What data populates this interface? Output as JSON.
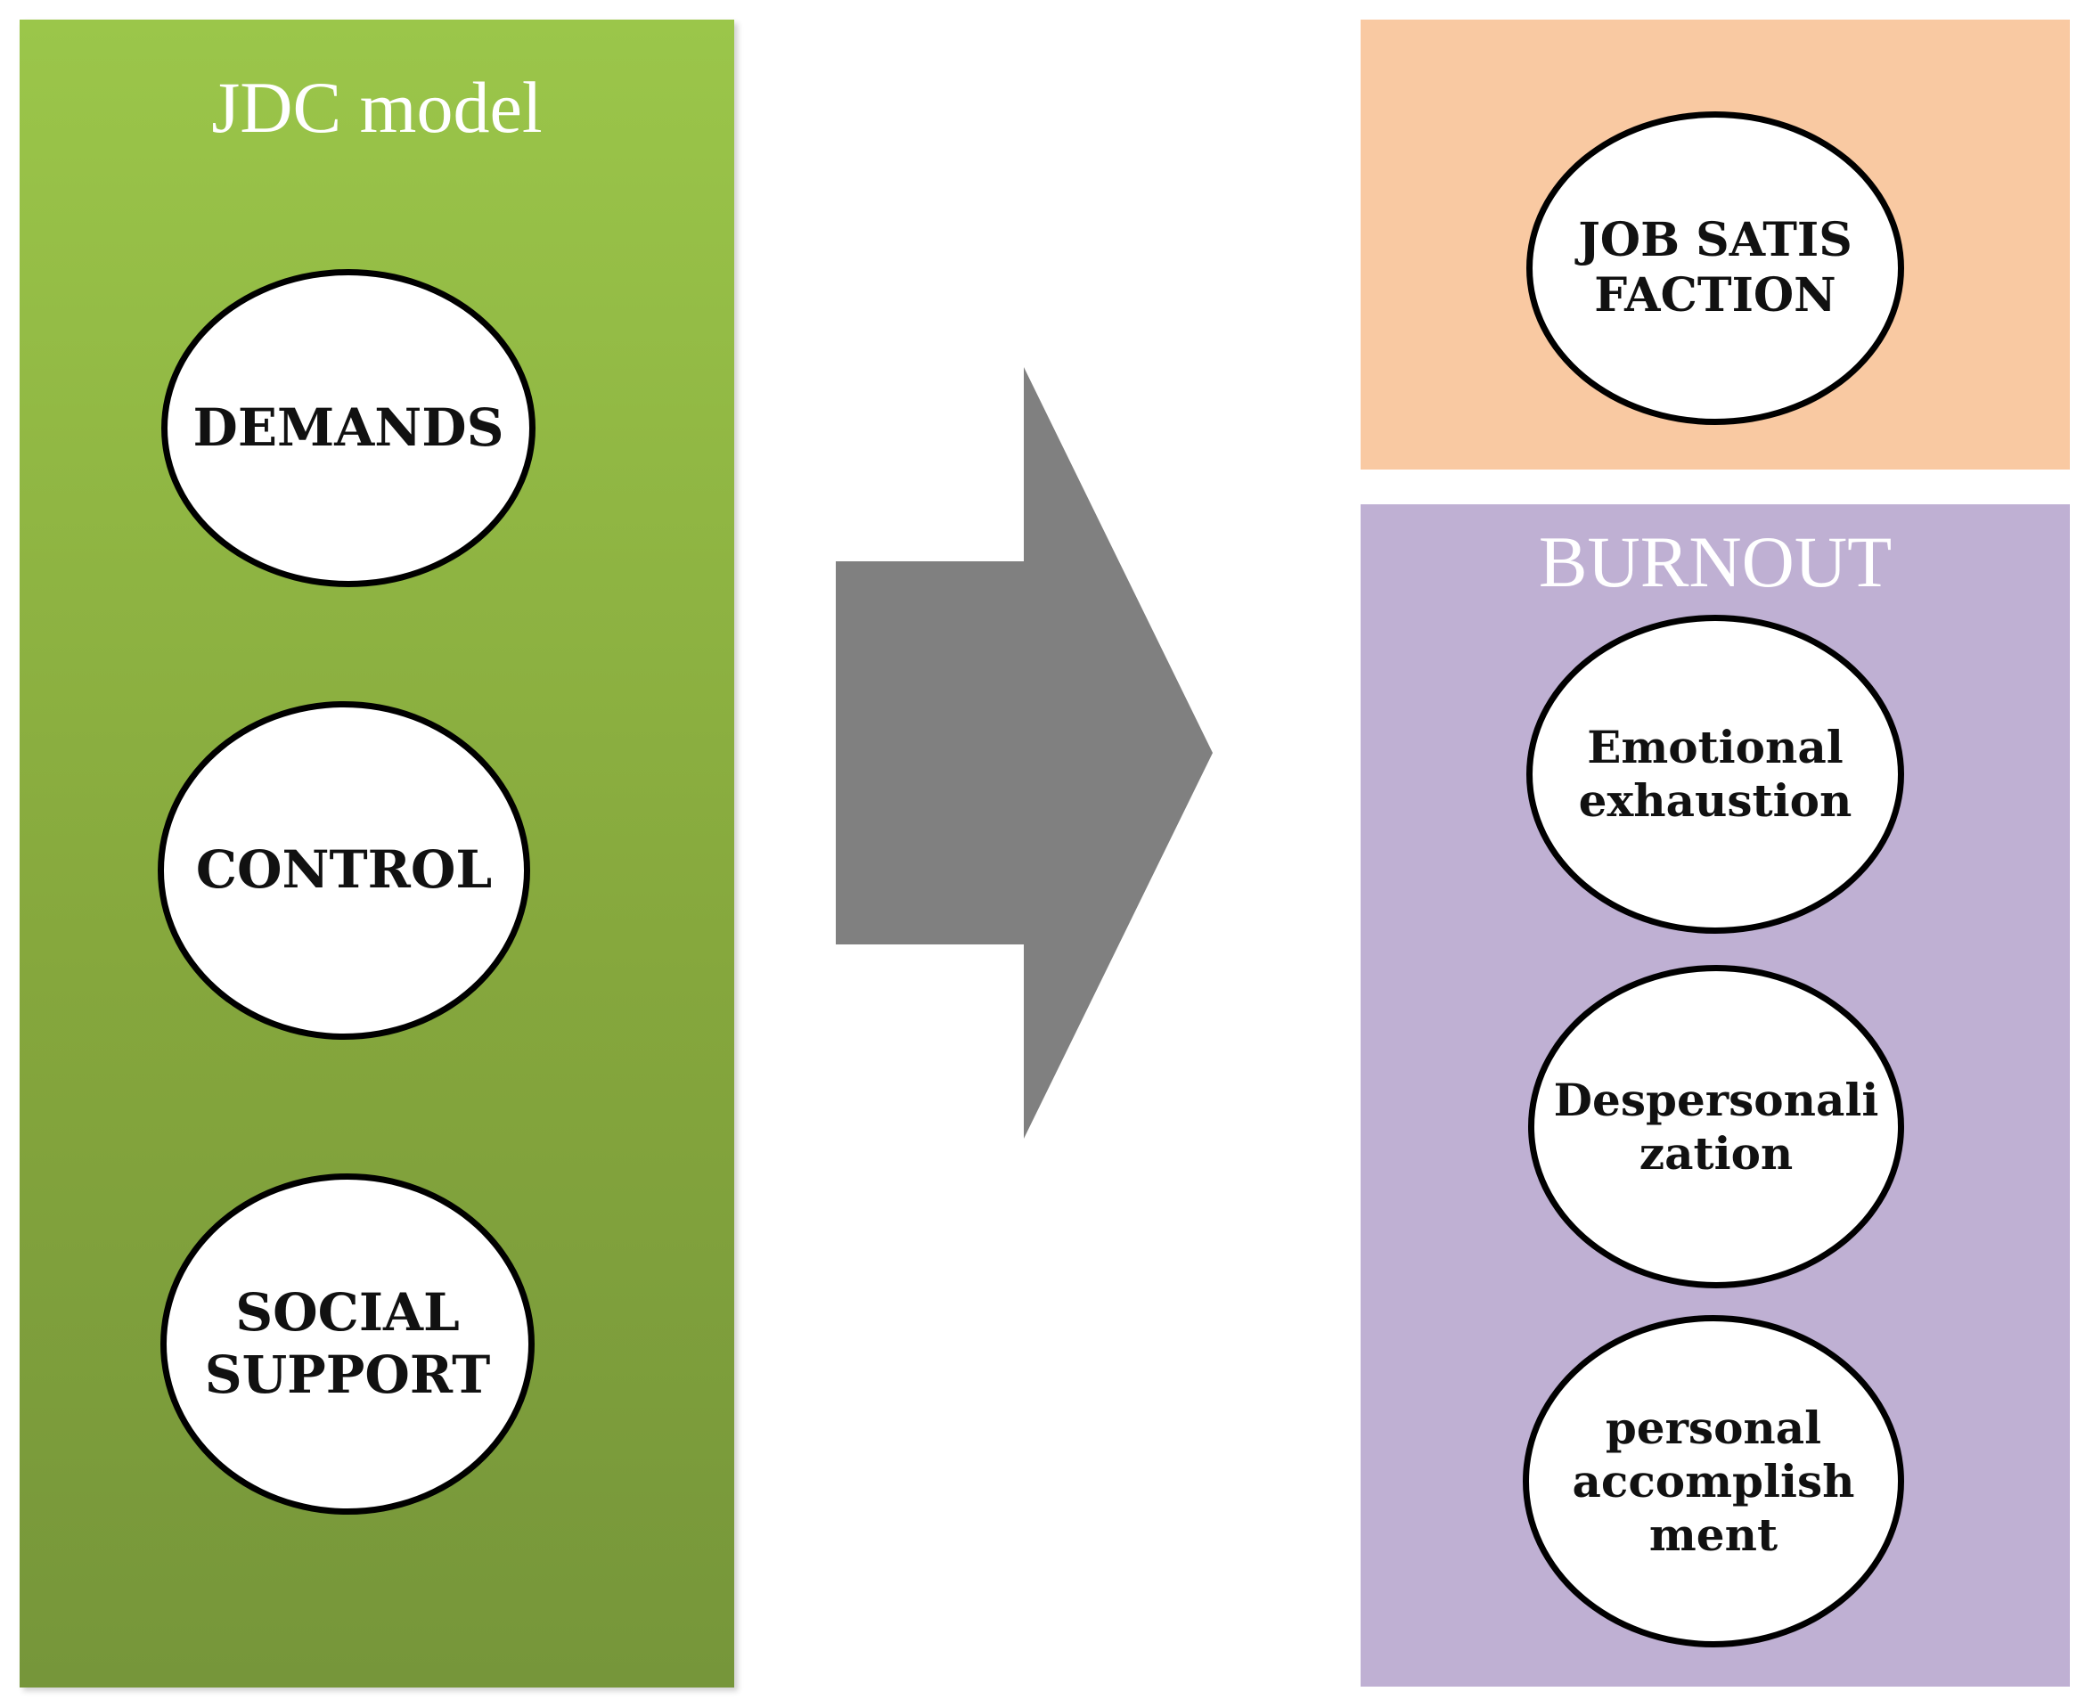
{
  "jdc_panel": {
    "title": "JDC model",
    "nodes": [
      "DEMANDS",
      "CONTROL",
      "SOCIAL\nSUPPORT"
    ],
    "color_top": "#9bc64a",
    "color_bottom": "#76963a"
  },
  "arrow": {
    "color": "#808080"
  },
  "job_satisfaction_panel": {
    "node": "JOB SATIS\nFACTION",
    "color": "#f9c9a2"
  },
  "burnout_panel": {
    "title": "BURNOUT",
    "nodes": [
      "Emotional\nexhaustion",
      "Despersonali\nzation",
      "personal\naccomplish\nment"
    ],
    "color": "#bfb0d3"
  }
}
